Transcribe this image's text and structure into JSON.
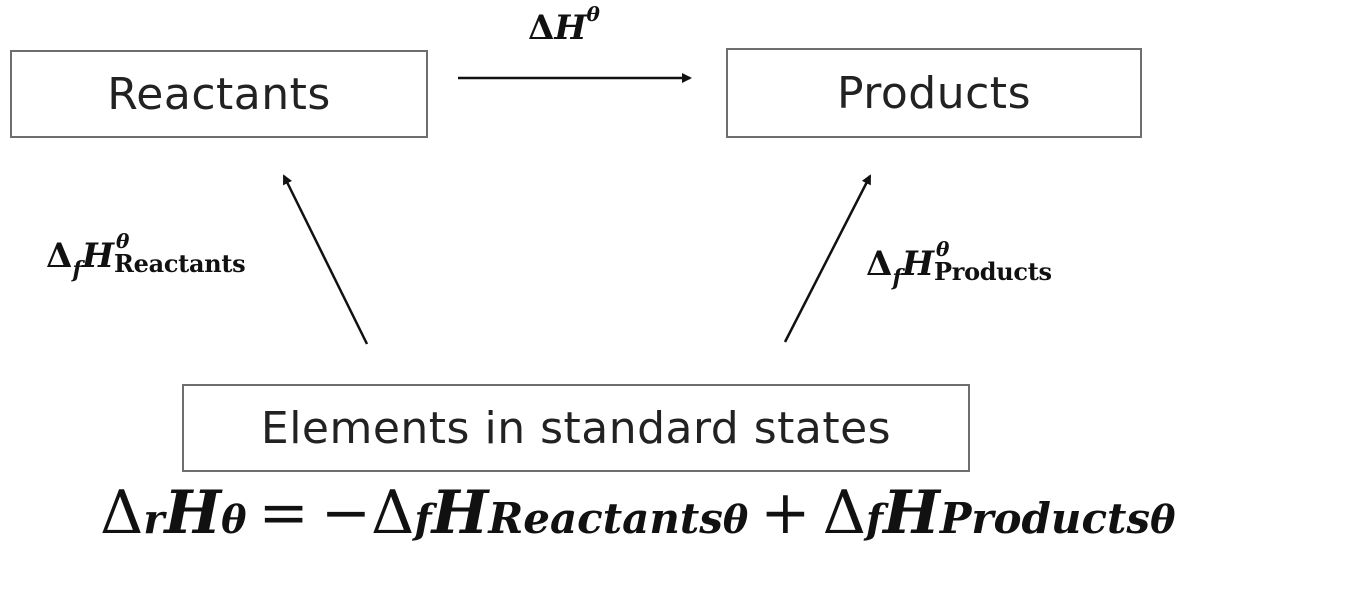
{
  "boxes": {
    "reactants": "Reactants",
    "products": "Products",
    "elements": "Elements in standard states"
  },
  "labels": {
    "top_arrow": {
      "delta": "Δ",
      "symbol": "H",
      "superscript": "θ"
    },
    "left_arrow": {
      "delta": "Δ",
      "sub": "f",
      "symbol": "H",
      "superscript": "θ",
      "subscript": "Reactants"
    },
    "right_arrow": {
      "delta": "Δ",
      "sub": "f",
      "symbol": "H",
      "superscript": "θ",
      "subscript": "Products"
    }
  },
  "equation": {
    "lhs_delta": "Δ",
    "lhs_sub": "r",
    "lhs_symbol": "H",
    "lhs_sup": "θ",
    "equals": "=",
    "minus": "−",
    "term1_delta": "Δ",
    "term1_sub": "f",
    "term1_symbol": "H",
    "term1_word": "Reactants",
    "term1_sup": "θ",
    "plus": "+",
    "term2_delta": "Δ",
    "term2_sub": "f",
    "term2_symbol": "H",
    "term2_word": "Products",
    "term2_sup": "θ"
  },
  "colors": {
    "box_border": "#6e6e6e",
    "arrow": "#111111",
    "text": "#111111"
  }
}
